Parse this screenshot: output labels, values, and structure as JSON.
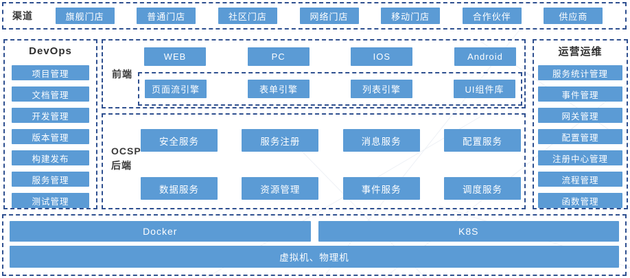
{
  "colors": {
    "block_fill": "#5B9BD5",
    "dashed_border": "#2E4F8F",
    "title_text": "#3A3A3A",
    "block_text": "#FFFFFF"
  },
  "channel": {
    "label": "渠道",
    "items": [
      "旗舰门店",
      "普通门店",
      "社区门店",
      "网络门店",
      "移动门店",
      "合作伙伴",
      "供应商"
    ]
  },
  "devops": {
    "title": "DevOps",
    "items": [
      "项目管理",
      "文档管理",
      "开发管理",
      "版本管理",
      "构建发布",
      "服务管理",
      "测试管理"
    ]
  },
  "frontend": {
    "label": "前端",
    "clients": [
      "WEB",
      "PC",
      "IOS",
      "Android"
    ],
    "engines": [
      "页面流引擎",
      "表单引擎",
      "列表引擎",
      "UI组件库"
    ]
  },
  "backend": {
    "label_line1": "OCSP",
    "label_line2": "后端",
    "rows": [
      [
        "安全服务",
        "服务注册",
        "消息服务",
        "配置服务"
      ],
      [
        "数据服务",
        "资源管理",
        "事件服务",
        "调度服务"
      ]
    ]
  },
  "ops": {
    "title": "运营运维",
    "items": [
      "服务统计管理",
      "事件管理",
      "网关管理",
      "配置管理",
      "注册中心管理",
      "流程管理",
      "函数管理"
    ]
  },
  "infra": {
    "docker": "Docker",
    "k8s": "K8S",
    "vm": "虚拟机、物理机"
  }
}
